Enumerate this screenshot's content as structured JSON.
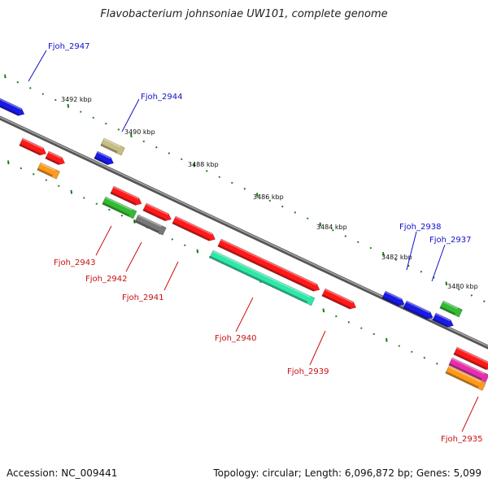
{
  "title": "Flavobacterium johnsoniae UW101, complete genome",
  "footer": {
    "accession": "Accession: NC_009441",
    "summary": "Topology: circular; Length: 6,096,872 bp; Genes: 5,099"
  },
  "scale_labels": [
    "3492 kbp",
    "3490 kbp",
    "3488 kbp",
    "3486 kbp",
    "3484 kbp",
    "3482 kbp",
    "3480 kbp"
  ],
  "gene_labels": {
    "top": [
      "Fjoh_2947",
      "Fjoh_2944",
      "Fjoh_2938",
      "Fjoh_2937"
    ],
    "bottom": [
      "Fjoh_2943",
      "Fjoh_2942",
      "Fjoh_2941",
      "Fjoh_2940",
      "Fjoh_2939",
      "Fjoh_2935"
    ]
  },
  "colors": {
    "label_top": "#1010c8",
    "label_bottom": "#c81010",
    "backbone": "#808080",
    "ticks": "#1a7a1a",
    "red": "#ff1a1a",
    "blue": "#1a1ae6",
    "green": "#33bb33",
    "khaki": "#c8be82",
    "orange": "#ff9a1a",
    "gray": "#777777",
    "teal": "#2ee8a8",
    "magenta": "#e62eaa"
  }
}
